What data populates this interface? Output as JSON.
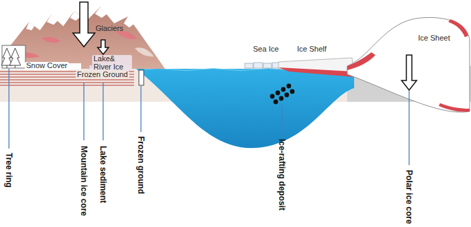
{
  "diagram": {
    "labels": [
      "Glaciers",
      "Snow Cover",
      "Lake& River Ice",
      "Frozen Ground",
      "Sea Ice",
      "Ice Shelf",
      "Ice Sheet",
      "Tree ring",
      "Mountain ice core",
      "Lake sediment",
      "Frozen ground",
      "Ice-rafting deposit",
      "Polar ice core"
    ]
  }
}
